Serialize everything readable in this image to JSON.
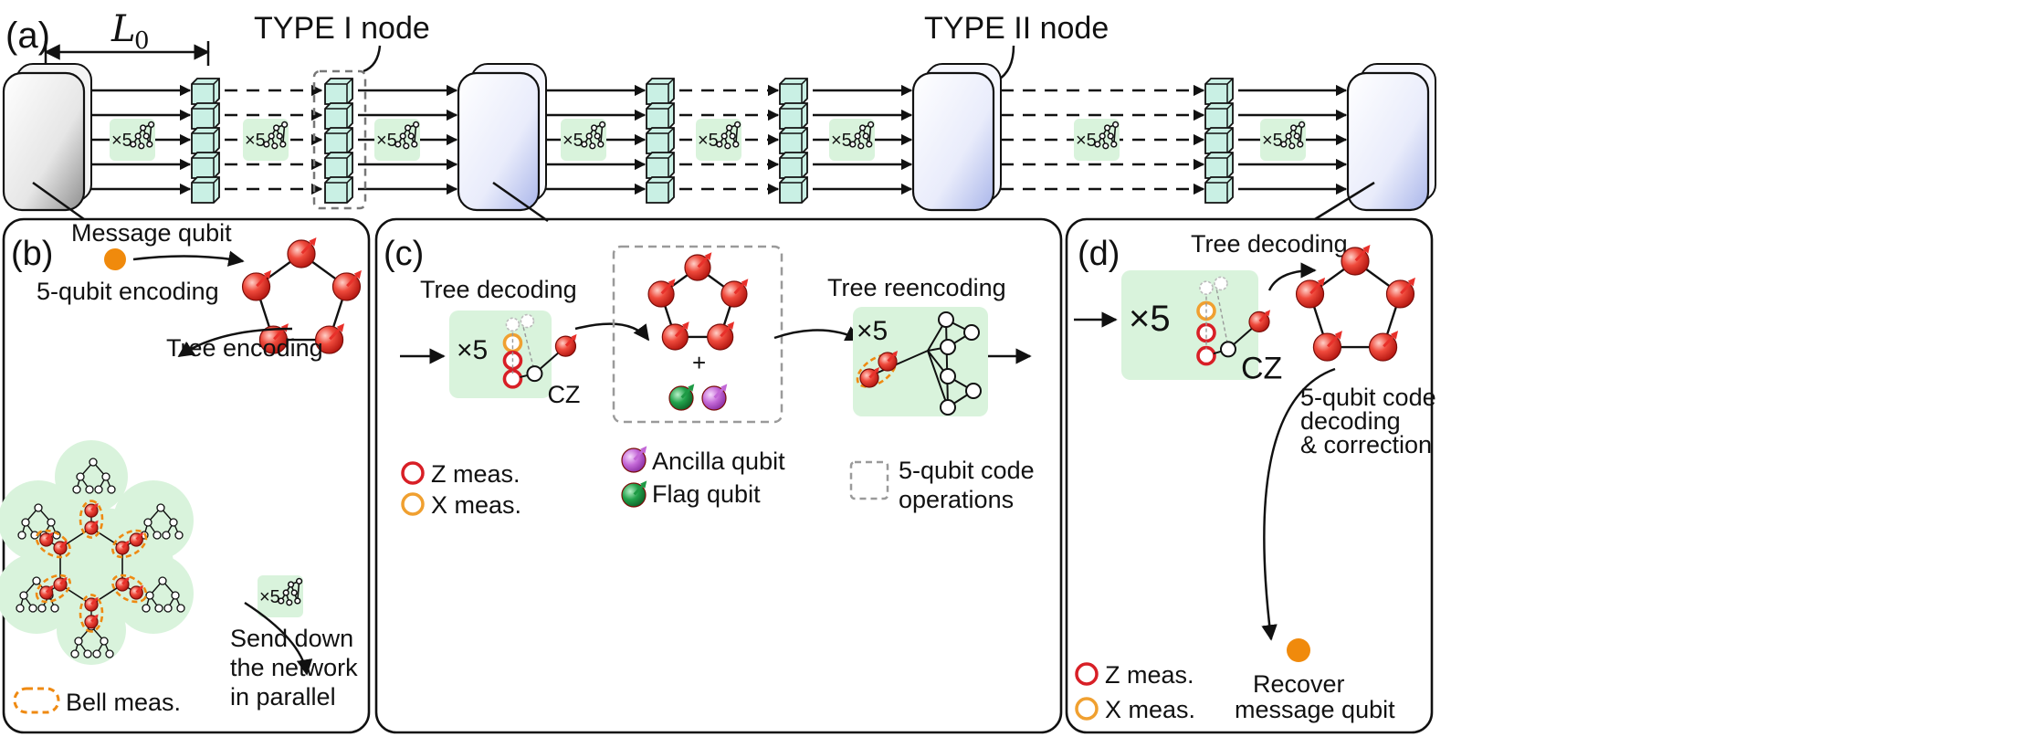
{
  "panel_labels": {
    "a": "(a)",
    "b": "(b)",
    "c": "(c)",
    "d": "(d)"
  },
  "top": {
    "length_symbol": "L",
    "length_subscript": "0",
    "type1_label": "TYPE I node",
    "type2_label": "TYPE II node",
    "times5": "×5"
  },
  "b": {
    "message_qubit": "Message qubit",
    "encoding": "5-qubit encoding",
    "tree_encoding": "Tree encoding",
    "times5": "×5",
    "send_line1": "Send down",
    "send_line2": "the network",
    "send_line3": "in parallel",
    "bell_meas": "Bell meas."
  },
  "c": {
    "tree_decoding": "Tree decoding",
    "times5": "×5",
    "cz": "CZ",
    "plus": "+",
    "tree_reencoding": "Tree reencoding",
    "times5_re": "×5",
    "z_meas": "Z meas.",
    "x_meas": "X meas.",
    "ancilla": "Ancilla qubit",
    "flag": "Flag qubit",
    "ops_line1": "5-qubit code",
    "ops_line2": "operations"
  },
  "d": {
    "tree_decoding": "Tree decoding",
    "times5": "×5",
    "cz": "CZ",
    "decode_line1": "5-qubit code",
    "decode_line2": "decoding",
    "decode_line3": "& correction",
    "z_meas": "Z meas.",
    "x_meas": "X meas.",
    "recover_line1": "Recover",
    "recover_line2": "message qubit"
  },
  "colors": {
    "qubit_red": "#e8302a",
    "message_orange": "#f08a0c",
    "ancilla_purple": "#c266d6",
    "flag_green": "#1e9a45",
    "bg_green": "#d9f3dc",
    "z_ring": "#d81f26",
    "x_ring": "#f0a030",
    "cube": "#c9f0e4",
    "bell_dash": "#ef8a12"
  }
}
